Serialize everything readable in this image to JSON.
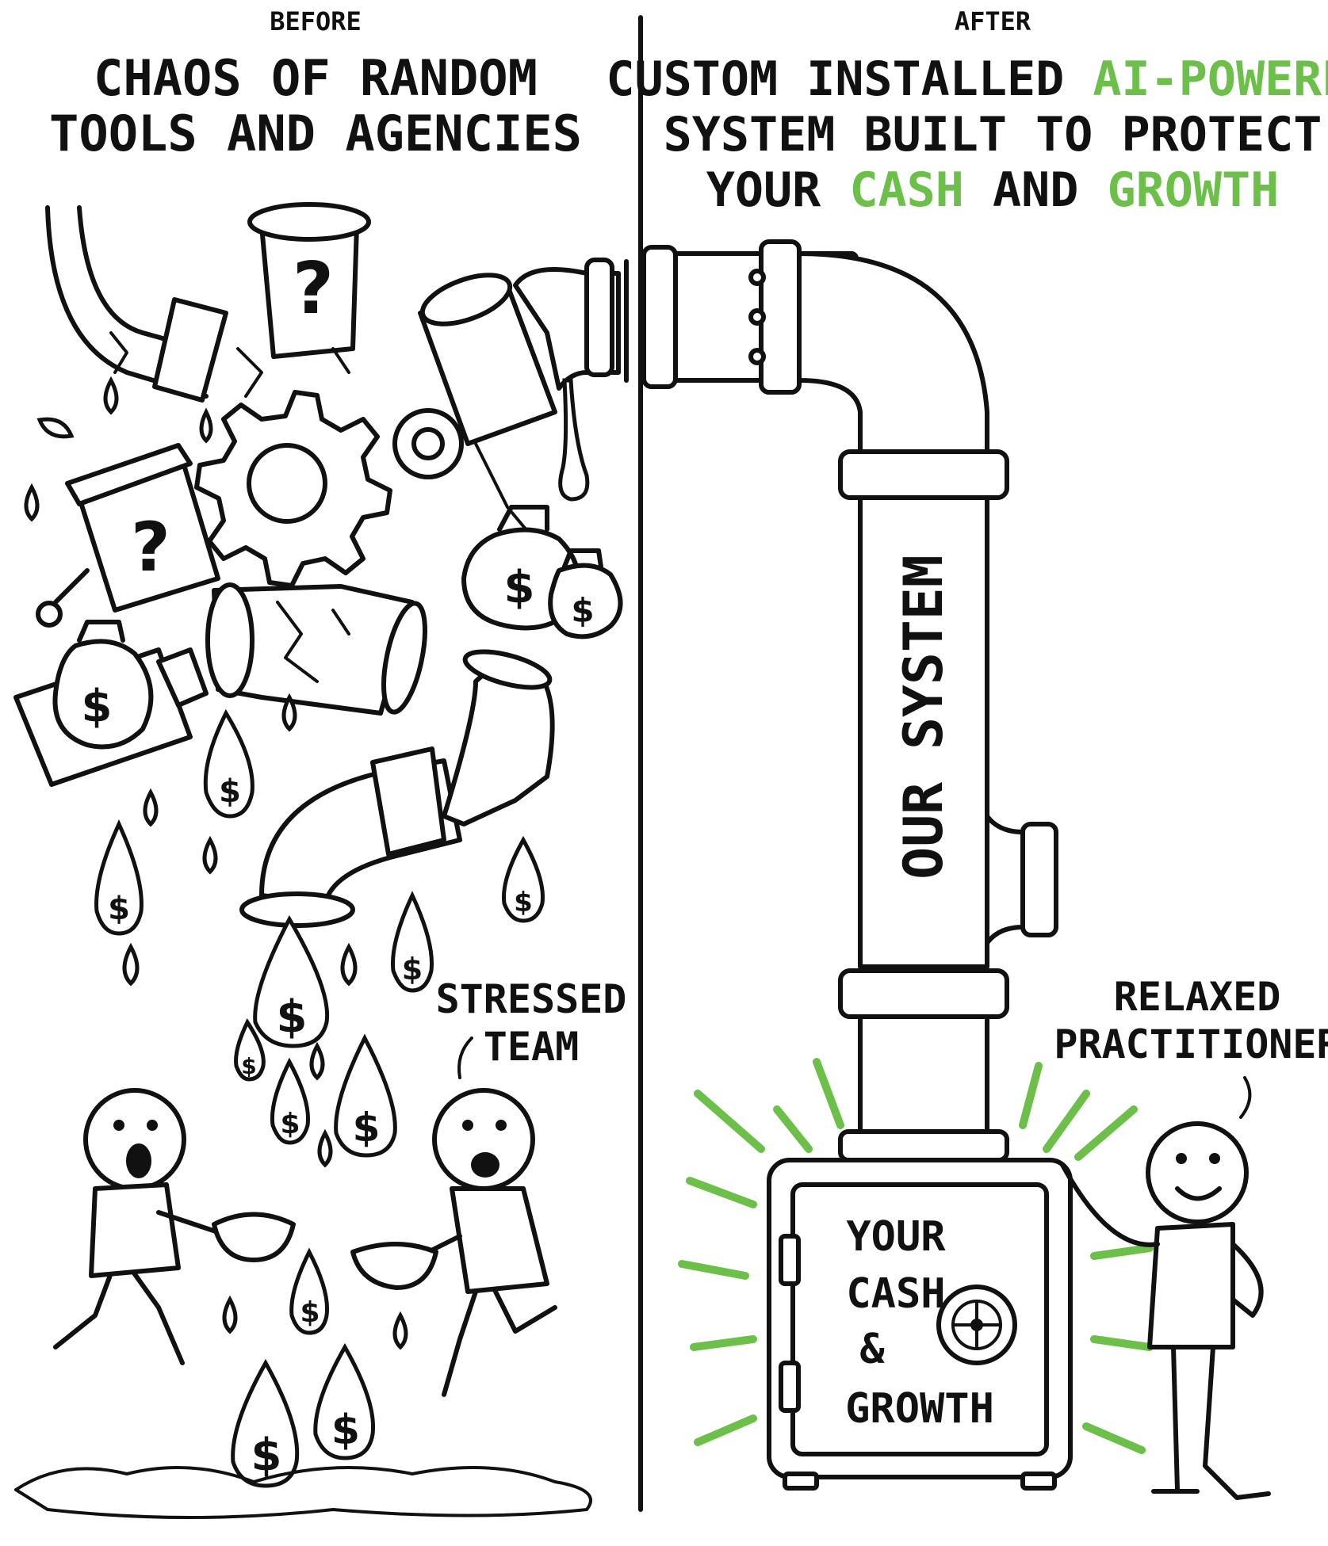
{
  "before": {
    "tag": "BEFORE",
    "title_line1": "CHAOS OF RANDOM",
    "title_line2": "TOOLS AND AGENCIES",
    "team_label_line1": "STRESSED",
    "team_label_line2": "TEAM"
  },
  "after": {
    "tag": "AFTER",
    "title_line1_a": "CUSTOM INSTALLED ",
    "title_line1_b": "AI-POWERED",
    "title_line2": "SYSTEM BUILT TO PROTECT",
    "title_line3_a": "YOUR ",
    "title_line3_b": "CASH",
    "title_line3_c": " AND ",
    "title_line3_d": "GROWTH",
    "pipe_label": "OUR SYSTEM",
    "safe_line1": "YOUR",
    "safe_line2": "CASH",
    "safe_line3": "&",
    "safe_line4": "GROWTH",
    "person_label_line1": "RELAXED",
    "person_label_line2": "PRACTITIONER"
  },
  "symbols": {
    "question": "?",
    "dollar": "$"
  },
  "colors": {
    "ink": "#111111",
    "accent_green": "#6cc04a",
    "background": "#ffffff"
  },
  "icons": [
    "gear-icon",
    "money-bag-icon",
    "dollar-drop-icon",
    "safe-dial-icon",
    "question-mark-icon"
  ]
}
